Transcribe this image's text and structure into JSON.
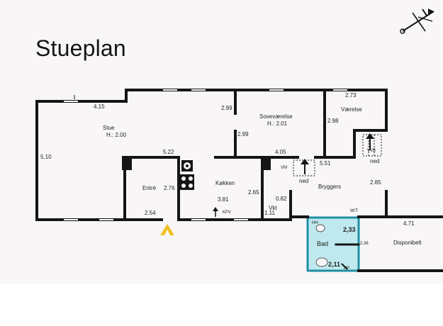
{
  "title": "Stueplan",
  "rooms": {
    "stue": {
      "name": "Stue",
      "height": "H.: 2.00"
    },
    "sovevaerelse": {
      "name": "Soveværelse",
      "height": "H.: 2.01"
    },
    "vaerelse": {
      "name": "Værelse"
    },
    "entre": {
      "name": "Entré"
    },
    "kokken": {
      "name": "Køkken"
    },
    "bryggers": {
      "name": "Bryggers"
    },
    "bad": {
      "name": "Bad"
    },
    "disponibelt": {
      "name": "Disponibelt"
    },
    "vikt": {
      "name": "Vkt"
    }
  },
  "dimensions": {
    "d415": "4.15",
    "d510": "5.10",
    "d522": "5.22",
    "d299a": "2.99",
    "d299b": "2.99",
    "d273": "2.73",
    "d298": "2.98",
    "d405": "4.05",
    "d551": "5.51",
    "d276": "2.76",
    "d254": "2.54",
    "d381": "3.81",
    "d265": "2.65",
    "d082": "0.82",
    "d111": "1.11",
    "d285": "2.85",
    "d471": "4.71",
    "d233": "2,33",
    "d236": "2.36",
    "d211": "2,11"
  },
  "markers": {
    "ned_top": "ned",
    "ned_mid": "ned",
    "vm": "VM",
    "ww": "W/T",
    "vvb": "VVB",
    "kpv": "KPV",
    "hh": "HH",
    "pp": "PP"
  },
  "colors": {
    "wall": "#151515",
    "bath_fill": "#bfe9ee",
    "bath_wall": "#1f8fa3",
    "entrance_arrow": "#f2c022",
    "background": "#f9f6f8"
  }
}
